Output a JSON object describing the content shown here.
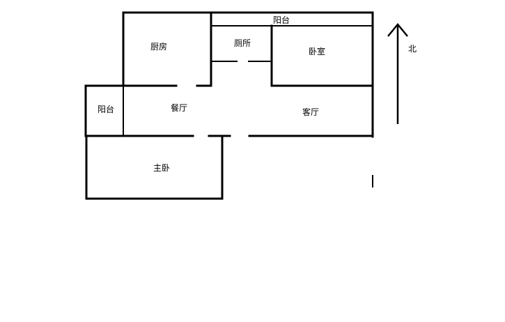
{
  "rooms": {
    "balcony_top": "阳台",
    "kitchen": "厨房",
    "toilet": "厕所",
    "bedroom": "卧室",
    "balcony_left": "阳台",
    "dining": "餐厅",
    "living": "客厅",
    "master_bedroom": "主卧"
  },
  "compass": {
    "label": "北",
    "icon": "north-arrow-icon"
  }
}
